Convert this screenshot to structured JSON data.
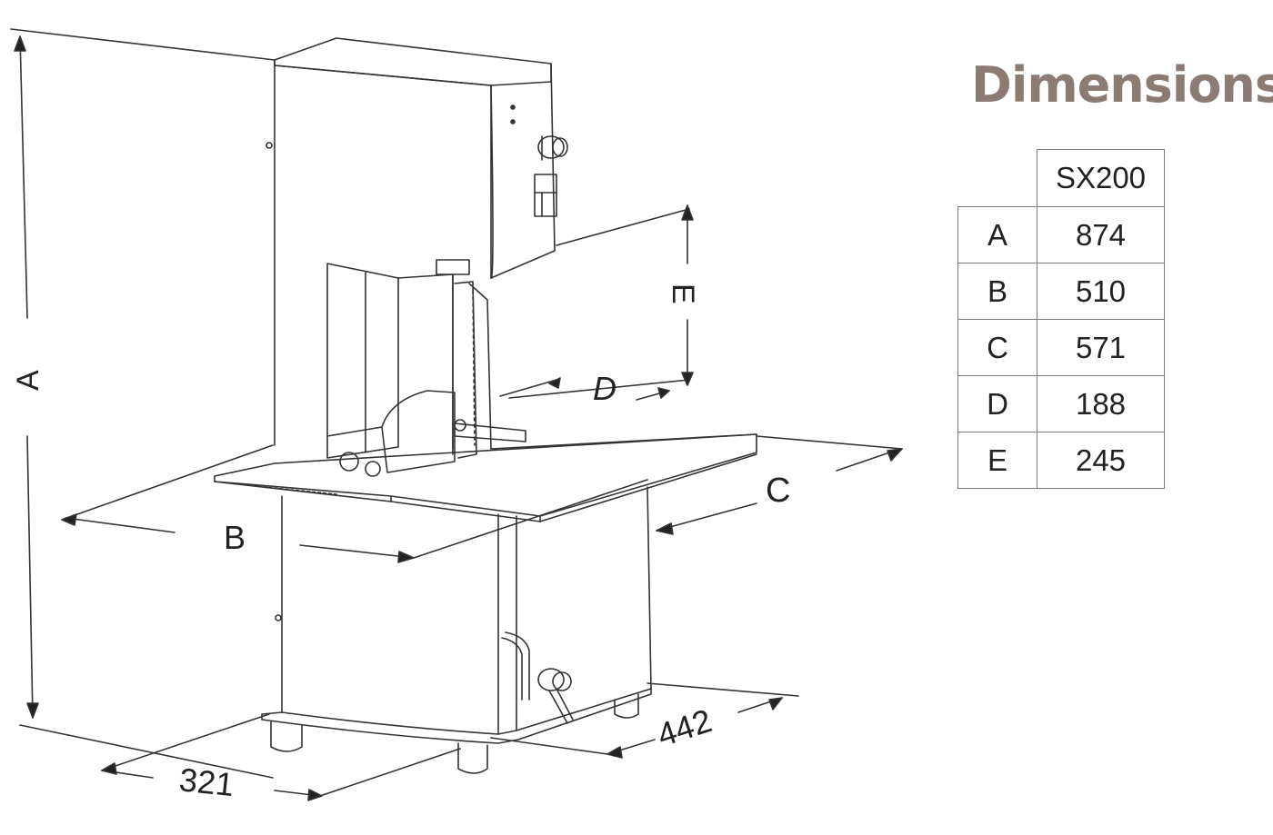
{
  "title": "Dimensions",
  "table": {
    "model": "SX200",
    "rows": [
      {
        "key": "A",
        "value": "874"
      },
      {
        "key": "B",
        "value": "510"
      },
      {
        "key": "C",
        "value": "571"
      },
      {
        "key": "D",
        "value": "188"
      },
      {
        "key": "E",
        "value": "245"
      }
    ]
  },
  "drawing_labels": {
    "a": "A",
    "b": "B",
    "c": "C",
    "d": "D",
    "e": "E",
    "depth": "442",
    "width": "321"
  }
}
